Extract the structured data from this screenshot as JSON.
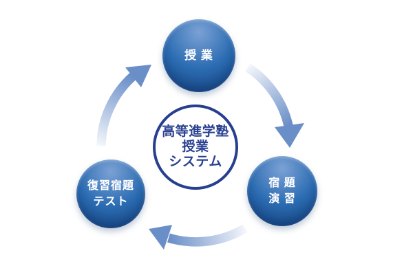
{
  "diagram": {
    "center": {
      "lines": [
        "高等進学塾",
        "授業",
        "システム"
      ]
    },
    "nodes": [
      {
        "id": "lesson",
        "position": "top",
        "lines": [
          "授 業"
        ]
      },
      {
        "id": "homework-practice",
        "position": "right",
        "lines": [
          "宿 題",
          "演 習"
        ]
      },
      {
        "id": "review-test",
        "position": "left",
        "lines": [
          "復習宿題",
          "テスト"
        ]
      }
    ],
    "arrows": [
      {
        "id": "lesson-to-homework",
        "from": "lesson",
        "to": "homework-practice",
        "direction": "clockwise"
      },
      {
        "id": "homework-to-review",
        "from": "homework-practice",
        "to": "review-test",
        "direction": "clockwise"
      },
      {
        "id": "review-to-lesson",
        "from": "review-test",
        "to": "lesson",
        "direction": "clockwise"
      }
    ],
    "colors": {
      "background": "#ffffff",
      "sphere_main": "#2b6cb2",
      "sphere_light": "#7ba1d5",
      "sphere_dark": "#133e79",
      "node_text": "#ffffff",
      "arrow": "#6a8ec8",
      "ring_border": "#263f8e",
      "ring_text": "#2a4191",
      "ring_fill": "#ffffff"
    }
  }
}
